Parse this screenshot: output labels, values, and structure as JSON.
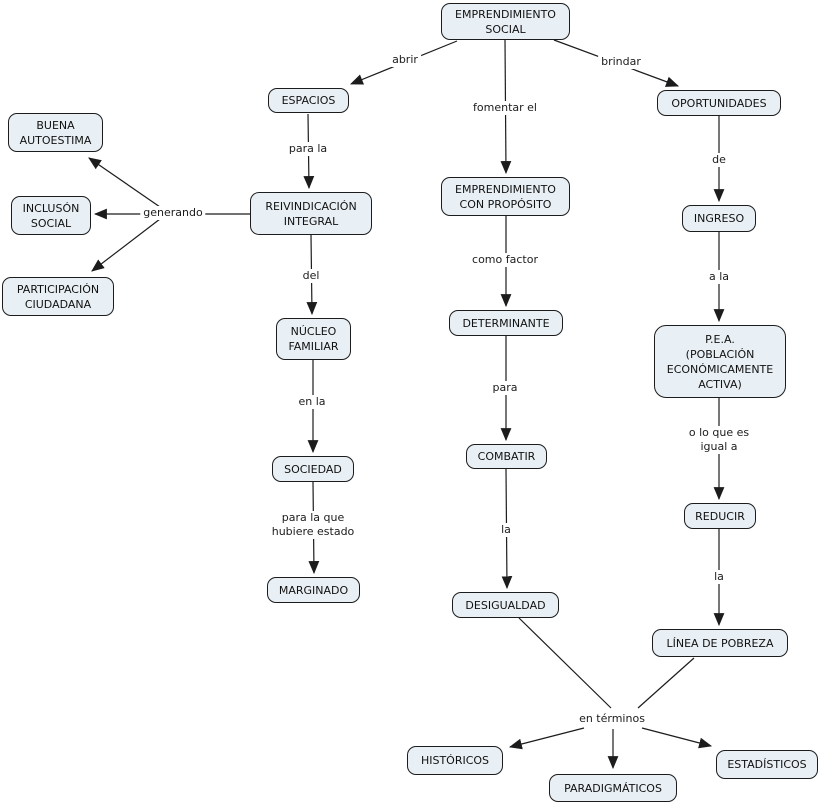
{
  "map_title": "EMPRENDIMIENTO SOCIAL",
  "colors": {
    "background": "#ffffff",
    "node_fill": "#e9f0f5",
    "node_border": "#1c1c1c",
    "line": "#1c1c1c",
    "text": "#111111"
  },
  "nodes": [
    {
      "id": "emprendimiento-social",
      "label": "EMPRENDIMIENTO\nSOCIAL"
    },
    {
      "id": "espacios",
      "label": "ESPACIOS"
    },
    {
      "id": "oportunidades",
      "label": "OPORTUNIDADES"
    },
    {
      "id": "emprendimiento-con-proposito",
      "label": "EMPRENDIMIENTO\nCON PROPÓSITO"
    },
    {
      "id": "buena-autoestima",
      "label": "BUENA\nAUTOESTIMA"
    },
    {
      "id": "inclusion-social",
      "label": "INCLUSÓN\nSOCIAL"
    },
    {
      "id": "participacion-ciudadana",
      "label": "PARTICIPACIÓN\nCIUDADANA"
    },
    {
      "id": "reivindicacion-integral",
      "label": "REIVINDICACIÓN\nINTEGRAL"
    },
    {
      "id": "nucleo-familiar",
      "label": "NÚCLEO\nFAMILIAR"
    },
    {
      "id": "sociedad",
      "label": "SOCIEDAD"
    },
    {
      "id": "marginado",
      "label": "MARGINADO"
    },
    {
      "id": "determinante",
      "label": "DETERMINANTE"
    },
    {
      "id": "combatir",
      "label": "COMBATIR"
    },
    {
      "id": "desigualdad",
      "label": "DESIGUALDAD"
    },
    {
      "id": "ingreso",
      "label": "INGRESO"
    },
    {
      "id": "pea",
      "label": "P.E.A.\n(POBLACIÓN\nECONÓMICAMENTE\nACTIVA)"
    },
    {
      "id": "reducir",
      "label": "REDUCIR"
    },
    {
      "id": "linea-de-pobreza",
      "label": "LÍNEA DE POBREZA"
    },
    {
      "id": "historicos",
      "label": "HISTÓRICOS"
    },
    {
      "id": "paradigmaticos",
      "label": "PARADIGMÁTICOS"
    },
    {
      "id": "estadisticos",
      "label": "ESTADÍSTICOS"
    }
  ],
  "links": [
    {
      "id": "abrir",
      "label": "abrir"
    },
    {
      "id": "fomentar-el",
      "label": "fomentar el"
    },
    {
      "id": "brindar",
      "label": "brindar"
    },
    {
      "id": "para-la",
      "label": "para la"
    },
    {
      "id": "generando",
      "label": "generando"
    },
    {
      "id": "del",
      "label": "del"
    },
    {
      "id": "en-la",
      "label": "en la"
    },
    {
      "id": "para-la-que-hubiere-estado",
      "label": "para la que\nhubiere estado"
    },
    {
      "id": "como-factor",
      "label": "como factor"
    },
    {
      "id": "para",
      "label": "para"
    },
    {
      "id": "la-combatir-desigualdad",
      "label": "la"
    },
    {
      "id": "de",
      "label": "de"
    },
    {
      "id": "a-la",
      "label": "a la"
    },
    {
      "id": "o-lo-que-es-igual-a",
      "label": "o lo que es\nigual a"
    },
    {
      "id": "la-reducir-linea",
      "label": "la"
    },
    {
      "id": "en-terminos",
      "label": "en términos"
    }
  ]
}
